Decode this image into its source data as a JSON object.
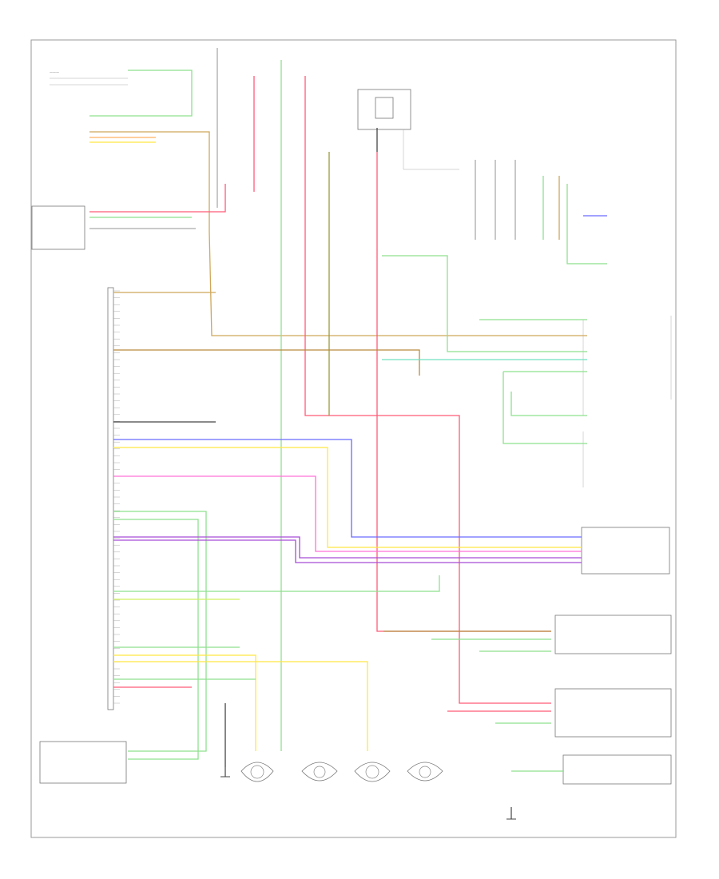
{
  "diagram": {
    "frame_label": "",
    "colors": {
      "wire_red": "#ff5a78",
      "wire_pink": "#ff70d8",
      "wire_yellow": "#ffe840",
      "wire_green": "#8ee08e",
      "wire_lime": "#d0f060",
      "wire_blue": "#6b6bff",
      "wire_purple": "#a84cd6",
      "wire_tan": "#cfa75a",
      "wire_brown": "#b68b3c",
      "wire_orange": "#ffb060",
      "wire_gray": "#aaaaaa",
      "wire_black": "#444444",
      "wire_olive": "#9a9a3a",
      "wire_cyan": "#70e0c0",
      "frame": "#999999"
    },
    "components": [
      {
        "id": "top-left-module",
        "icon": "module-box"
      },
      {
        "id": "left-small-module",
        "icon": "module-box"
      },
      {
        "id": "main-controller-connector",
        "icon": "connector-strip"
      },
      {
        "id": "bottom-left-module",
        "icon": "module-box"
      },
      {
        "id": "fuse-relay-top",
        "icon": "relay"
      },
      {
        "id": "right-module-1",
        "icon": "module-box"
      },
      {
        "id": "right-module-2",
        "icon": "module-box"
      },
      {
        "id": "right-module-3",
        "icon": "module-box"
      },
      {
        "id": "right-module-4",
        "icon": "module-box"
      },
      {
        "id": "right-module-5",
        "icon": "module-box"
      },
      {
        "id": "wheel-speed-sensor-1",
        "icon": "sensor"
      },
      {
        "id": "wheel-speed-sensor-2",
        "icon": "sensor"
      },
      {
        "id": "wheel-speed-sensor-3",
        "icon": "sensor"
      },
      {
        "id": "wheel-speed-sensor-4",
        "icon": "sensor"
      },
      {
        "id": "ground-bottom-left",
        "icon": "ground"
      },
      {
        "id": "ground-bottom-right",
        "icon": "ground"
      }
    ]
  }
}
